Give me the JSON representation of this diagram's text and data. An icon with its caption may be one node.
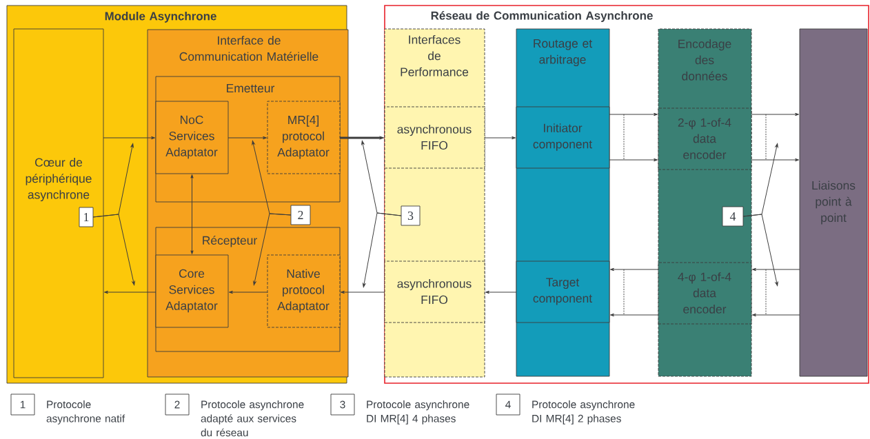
{
  "diagram": {
    "nodes": [
      {
        "text": [
          "Module Asynchrone"
        ]
      },
      {
        "text": [
          "Cœur de périphérique asynchrone"
        ],
        "in": 0
      },
      {
        "text": [
          "Interface de Communication Matérielle"
        ],
        "in": 0
      },
      {
        "text": [
          "Emetteur"
        ],
        "in": 2
      },
      {
        "text": [
          "NoC Services Adaptator"
        ],
        "in": 3
      },
      {
        "text": [
          "MR[4] protocol Adaptator"
        ],
        "in": 3
      },
      {
        "text": [
          "Récepteur"
        ],
        "in": 2
      },
      {
        "text": [
          "Core Services Adaptator"
        ],
        "in": 6
      },
      {
        "text": [
          "Native protocol Adaptator"
        ],
        "in": 6
      },
      {
        "text": [
          "Réseau de Communication Asynchrone"
        ]
      },
      {
        "text": [
          "Interfaces de Performance"
        ],
        "in": 9
      },
      {
        "text": [
          "asynchronous FIFO"
        ],
        "in": 10
      },
      {
        "text": [
          "asynchronous FIFO"
        ],
        "in": 10
      },
      {
        "text": [
          "Routage et arbitrage"
        ],
        "in": 9
      },
      {
        "text": [
          "Initiator component"
        ],
        "in": 13
      },
      {
        "text": [
          "Target component"
        ],
        "in": 13
      },
      {
        "text": [
          "Encodage des données"
        ],
        "in": 9
      },
      {
        "text": [
          "2-φ 1-of-4 data encoder"
        ],
        "in": 16
      },
      {
        "text": [
          "4-φ 1-of-4 data encoder"
        ],
        "in": 16
      },
      {
        "text": [
          "Liaisons point à point"
        ],
        "in": 9
      },
      {
        "text": [
          "1"
        ],
        "in": 1
      },
      {
        "text": [
          "2"
        ],
        "in": 2
      },
      {
        "text": [
          "3"
        ],
        "in": 10
      },
      {
        "text": [
          "4"
        ],
        "in": 16
      },
      {
        "text": [
          "1"
        ],
        "beside": [
          "Protocole asynchrone natif"
        ]
      },
      {
        "text": [
          "2"
        ],
        "beside": [
          "Protocole asynchrone adapté aux services du réseau"
        ]
      },
      {
        "text": [
          "3"
        ],
        "beside": [
          "Protocole asynchrone DI MR[4] 4 phases"
        ]
      },
      {
        "text": [
          "4"
        ],
        "beside": [
          "Protocole asynchrone DI MR[4] 2 phases"
        ]
      }
    ],
    "edges": [
      {
        "from": 1,
        "to": 4,
        "arrow": "to"
      },
      {
        "from": 4,
        "to": 5,
        "arrow": "to"
      },
      {
        "from": 5,
        "to": 11,
        "arrow": "to",
        "style": "thick"
      },
      {
        "from": 11,
        "to": 14,
        "arrow": "to"
      },
      {
        "from": 14,
        "to": 17,
        "arrow": "to"
      },
      {
        "from": 14,
        "to": 17,
        "arrow": "to"
      },
      {
        "from": 17,
        "to": 19,
        "arrow": "to"
      },
      {
        "from": 17,
        "to": 19,
        "arrow": "to"
      },
      {
        "from": 19,
        "to": 18,
        "arrow": "to"
      },
      {
        "from": 19,
        "to": 18,
        "arrow": "to"
      },
      {
        "from": 18,
        "to": 15,
        "arrow": "to"
      },
      {
        "from": 18,
        "to": 15,
        "arrow": "to"
      },
      {
        "from": 15,
        "to": 12,
        "arrow": "to"
      },
      {
        "from": 12,
        "to": 8,
        "arrow": "to"
      },
      {
        "from": 8,
        "to": 7,
        "arrow": "to"
      },
      {
        "from": 7,
        "to": 1,
        "arrow": "to"
      },
      {
        "from": 4,
        "to": 7,
        "arrow": "both"
      },
      {
        "from": 20,
        "to": null,
        "arrow": "to"
      },
      {
        "from": 20,
        "to": null,
        "arrow": "to"
      },
      {
        "from": 21,
        "to": null,
        "arrow": "to"
      },
      {
        "from": 21,
        "to": null,
        "arrow": "to"
      },
      {
        "from": 22,
        "to": null,
        "arrow": "to"
      },
      {
        "from": 22,
        "to": null,
        "arrow": "to"
      },
      {
        "from": 23,
        "to": null,
        "arrow": "to"
      },
      {
        "from": 23,
        "to": null,
        "arrow": "to"
      }
    ]
  }
}
